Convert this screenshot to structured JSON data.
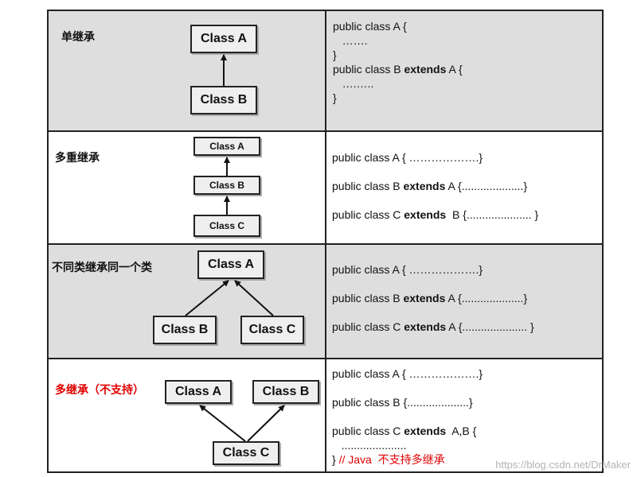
{
  "rows": [
    {
      "label": "单继承",
      "boxes": [
        "Class A",
        "Class B"
      ],
      "code": [
        "public class A {",
        "   …….",
        "}",
        "public class B ",
        "extends",
        " A {",
        "   ….…..",
        "}"
      ]
    },
    {
      "label": "多重继承",
      "boxes": [
        "Class A",
        "Class B",
        "Class C"
      ],
      "code": [
        "public class A { ……………….}",
        "public class B ",
        "extends",
        " A {....................}",
        "public class C ",
        "extends",
        "  B {..................... }"
      ]
    },
    {
      "label": "不同类继承同一个类",
      "boxes": [
        "Class A",
        "Class B",
        "Class C"
      ],
      "code": [
        "public class A { ……………….}",
        "public class B ",
        "extends",
        " A {....................}",
        "public class C ",
        "extends",
        " A {..................... }"
      ]
    },
    {
      "label": "多继承（不支持）",
      "boxes": [
        "Class A",
        "Class B",
        "Class C"
      ],
      "code": [
        "public class A { ……………….}",
        "public class B {....................}",
        "public class C ",
        "extends",
        "  A,B {",
        "   .....................",
        "} ",
        "// Java  不支持多继承"
      ]
    }
  ],
  "watermark": "https://blog.csdn.net/DrMaker"
}
